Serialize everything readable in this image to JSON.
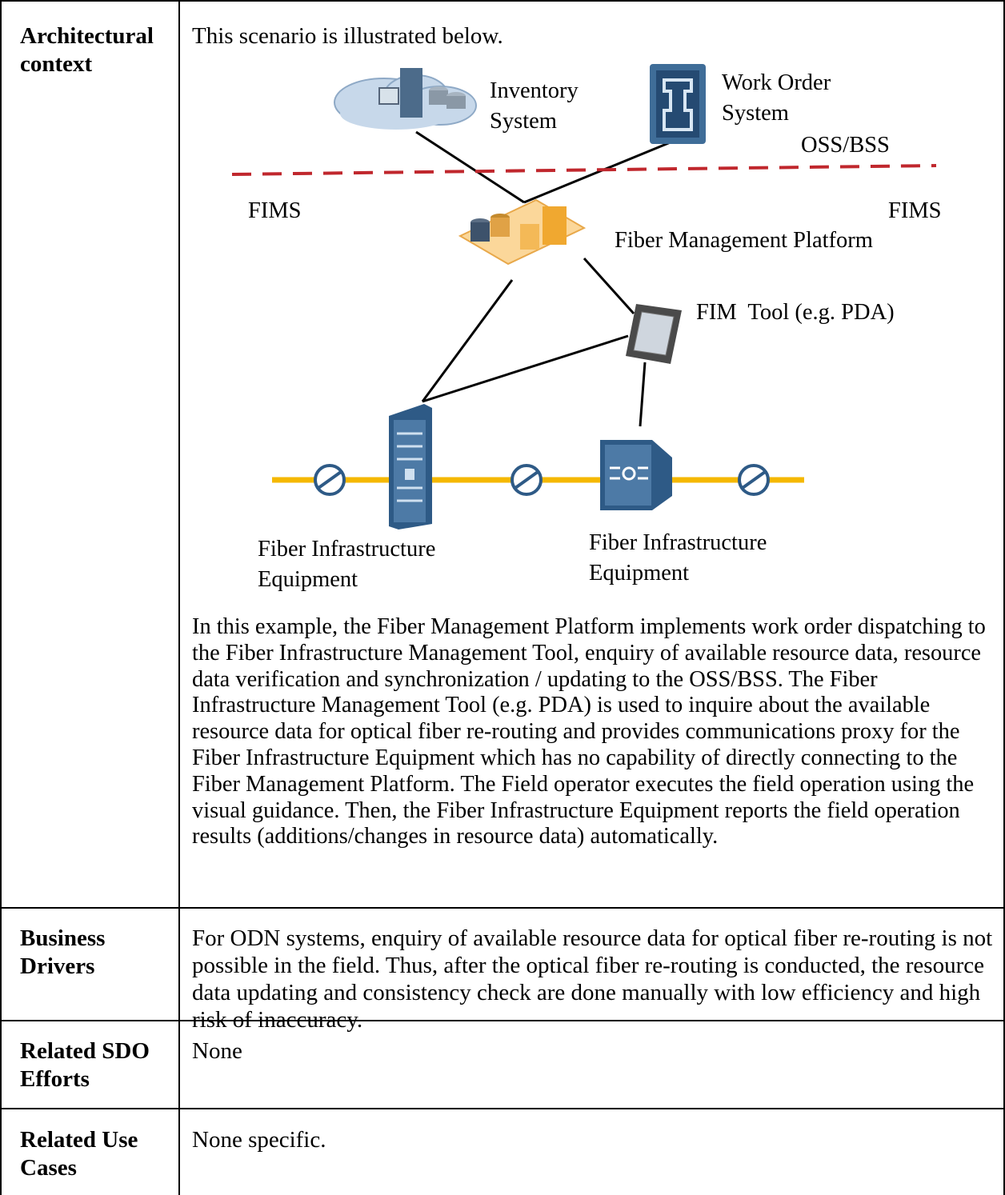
{
  "rows": [
    {
      "label": "Architectural context",
      "intro": "This scenario is illustrated below.",
      "diagram": {
        "nodes": {
          "inventory_system": "Inventory\nSystem",
          "work_order_system": "Work Order\nSystem",
          "oss_bss": "OSS/BSS",
          "fims_left": "FIMS",
          "fims_right": "FIMS",
          "fiber_management_platform": "Fiber Management Platform",
          "fim_tool": "FIM  Tool (e.g. PDA)",
          "fie_left": "Fiber Infrastructure\nEquipment",
          "fie_right": "Fiber Infrastructure\nEquipment"
        },
        "colors": {
          "boundary_line": "#c0272d",
          "fiber_line": "#f5b800",
          "equipment_blue": "#2e5a86",
          "platform_orange": "#f0a830",
          "cloud": "#c7d8ea"
        }
      },
      "body": "In this example, the Fiber Management Platform implements work order dispatching to the Fiber Infrastructure Management Tool, enquiry of available resource data, resource data verification and synchronization / updating to the OSS/BSS. The Fiber Infrastructure Management Tool (e.g. PDA) is used to inquire about the available resource data for optical fiber re-routing and provides communications proxy for the Fiber Infrastructure Equipment which has no capability of directly connecting to the Fiber Management Platform. The Field operator executes the field operation using the visual guidance. Then, the Fiber Infrastructure Equipment reports the field operation results (additions/changes in resource data) automatically."
    },
    {
      "label": "Business Drivers",
      "body": "For ODN systems, enquiry of available resource data for optical fiber re-routing is not possible in the field. Thus, after the optical fiber re-routing is conducted, the resource data updating and consistency check are done manually with low efficiency and high risk of inaccuracy."
    },
    {
      "label": "Related SDO Efforts",
      "body": "None"
    },
    {
      "label": "Related Use Cases",
      "body": "None specific."
    }
  ]
}
